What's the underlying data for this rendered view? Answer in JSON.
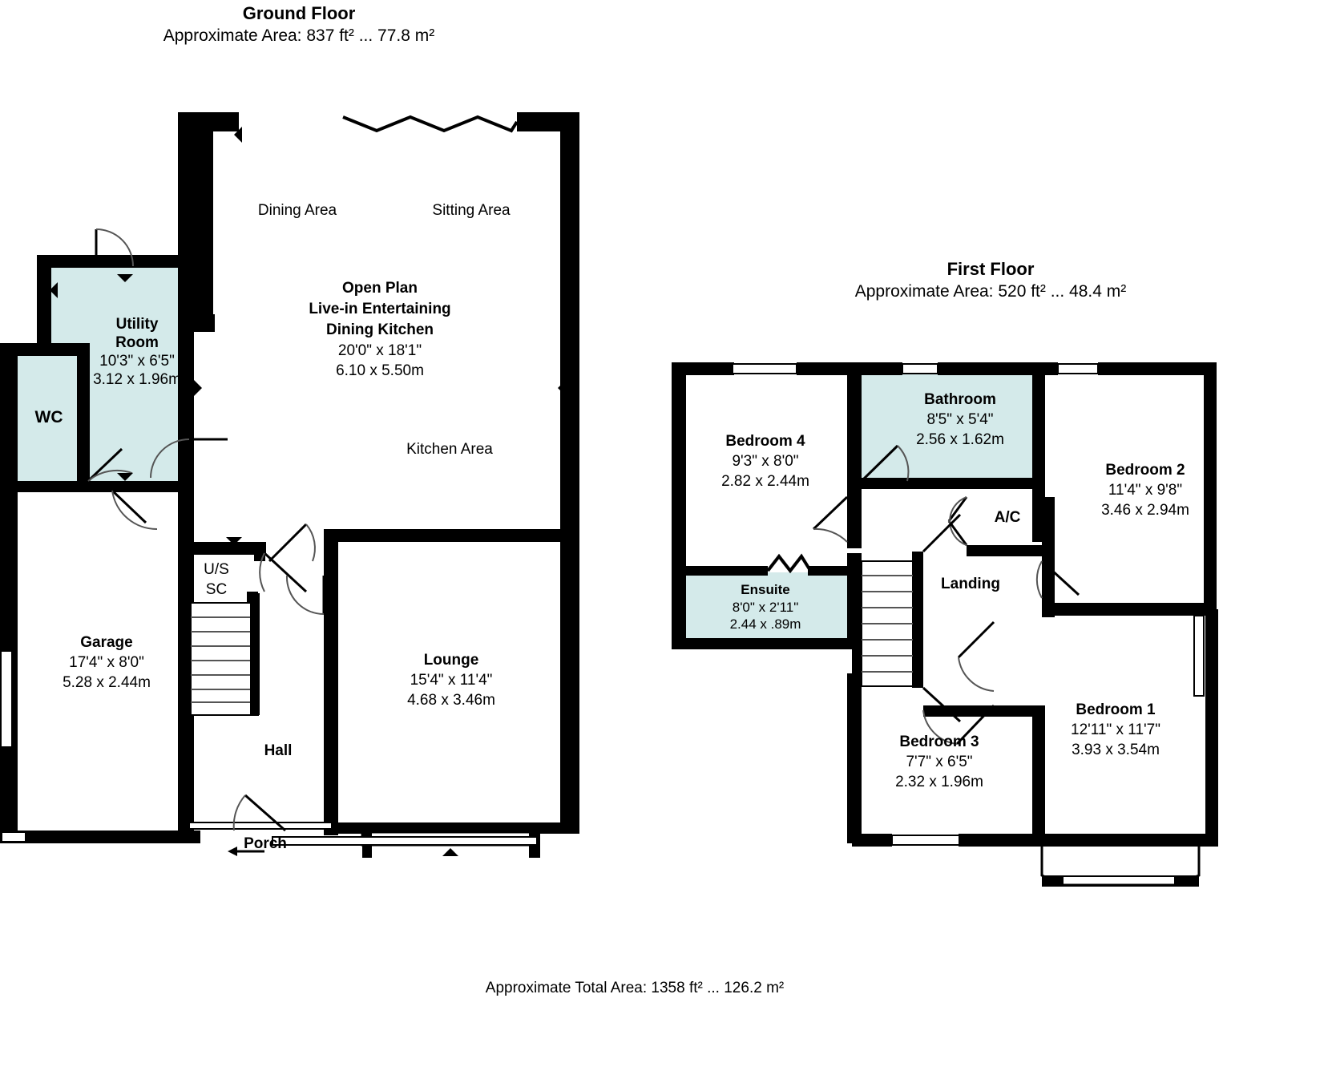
{
  "document": {
    "type": "floor-plan",
    "total_area_label": "Approximate Total Area: 1358 ft² ... 126.2 m²"
  },
  "colors": {
    "wall": "#000000",
    "wet_room_fill": "#d4eaea",
    "room_fill": "#ffffff",
    "background": "#ffffff",
    "stair_line": "#555555"
  },
  "floors": [
    {
      "id": "ground",
      "title": "Ground Floor",
      "area": "Approximate Area: 837 ft² ... 77.8 m²",
      "rooms": [
        {
          "id": "dining-area",
          "name": "Dining Area",
          "dim_ft": "",
          "dim_m": "",
          "bold": false,
          "wet": false
        },
        {
          "id": "sitting-area",
          "name": "Sitting Area",
          "dim_ft": "",
          "dim_m": "",
          "bold": false,
          "wet": false
        },
        {
          "id": "kitchen-area",
          "name": "Kitchen Area",
          "dim_ft": "",
          "dim_m": "",
          "bold": false,
          "wet": false
        },
        {
          "id": "open-plan",
          "name_line1": "Open Plan",
          "name_line2": "Live-in Entertaining",
          "name_line3": "Dining Kitchen",
          "dim_ft": "20'0\" x 18'1\"",
          "dim_m": "6.10 x 5.50m",
          "bold": true,
          "wet": false
        },
        {
          "id": "utility-room",
          "name_line1": "Utility",
          "name_line2": "Room",
          "dim_ft": "10'3\" x 6'5\"",
          "dim_m": "3.12 x 1.96m",
          "bold": true,
          "wet": true
        },
        {
          "id": "wc",
          "name": "WC",
          "dim_ft": "",
          "dim_m": "",
          "bold": true,
          "wet": true
        },
        {
          "id": "garage",
          "name": "Garage",
          "dim_ft": "17'4\" x 8'0\"",
          "dim_m": "5.28 x 2.44m",
          "bold": true,
          "wet": false
        },
        {
          "id": "lounge",
          "name": "Lounge",
          "dim_ft": "15'4\" x 11'4\"",
          "dim_m": "4.68 x 3.46m",
          "bold": true,
          "wet": false
        },
        {
          "id": "hall",
          "name": "Hall",
          "dim_ft": "",
          "dim_m": "",
          "bold": true,
          "wet": false
        },
        {
          "id": "porch",
          "name": "Porch",
          "dim_ft": "",
          "dim_m": "",
          "bold": true,
          "wet": false
        },
        {
          "id": "understairs-cupboard",
          "name_line1": "U/S",
          "name_line2": "SC",
          "dim_ft": "",
          "dim_m": "",
          "bold": false,
          "wet": false
        }
      ]
    },
    {
      "id": "first",
      "title": "First Floor",
      "area": "Approximate Area: 520 ft² ... 48.4 m²",
      "rooms": [
        {
          "id": "bedroom-4",
          "name": "Bedroom 4",
          "dim_ft": "9'3\" x 8'0\"",
          "dim_m": "2.82 x 2.44m",
          "bold": true,
          "wet": false
        },
        {
          "id": "bathroom",
          "name": "Bathroom",
          "dim_ft": "8'5\" x 5'4\"",
          "dim_m": "2.56 x 1.62m",
          "bold": true,
          "wet": true
        },
        {
          "id": "bedroom-2",
          "name": "Bedroom 2",
          "dim_ft": "11'4\" x 9'8\"",
          "dim_m": "3.46 x 2.94m",
          "bold": true,
          "wet": false
        },
        {
          "id": "ensuite",
          "name": "Ensuite",
          "dim_ft": "8'0\" x 2'11\"",
          "dim_m": "2.44 x .89m",
          "bold": true,
          "wet": true
        },
        {
          "id": "bedroom-3",
          "name": "Bedroom 3",
          "dim_ft": "7'7\" x 6'5\"",
          "dim_m": "2.32 x 1.96m",
          "bold": true,
          "wet": false
        },
        {
          "id": "bedroom-1",
          "name": "Bedroom 1",
          "dim_ft": "12'11\" x 11'7\"",
          "dim_m": "3.93 x 3.54m",
          "bold": true,
          "wet": false
        },
        {
          "id": "landing",
          "name": "Landing",
          "dim_ft": "",
          "dim_m": "",
          "bold": true,
          "wet": false
        },
        {
          "id": "airing-cupboard",
          "name": "A/C",
          "dim_ft": "",
          "dim_m": "",
          "bold": true,
          "wet": false
        }
      ]
    }
  ]
}
